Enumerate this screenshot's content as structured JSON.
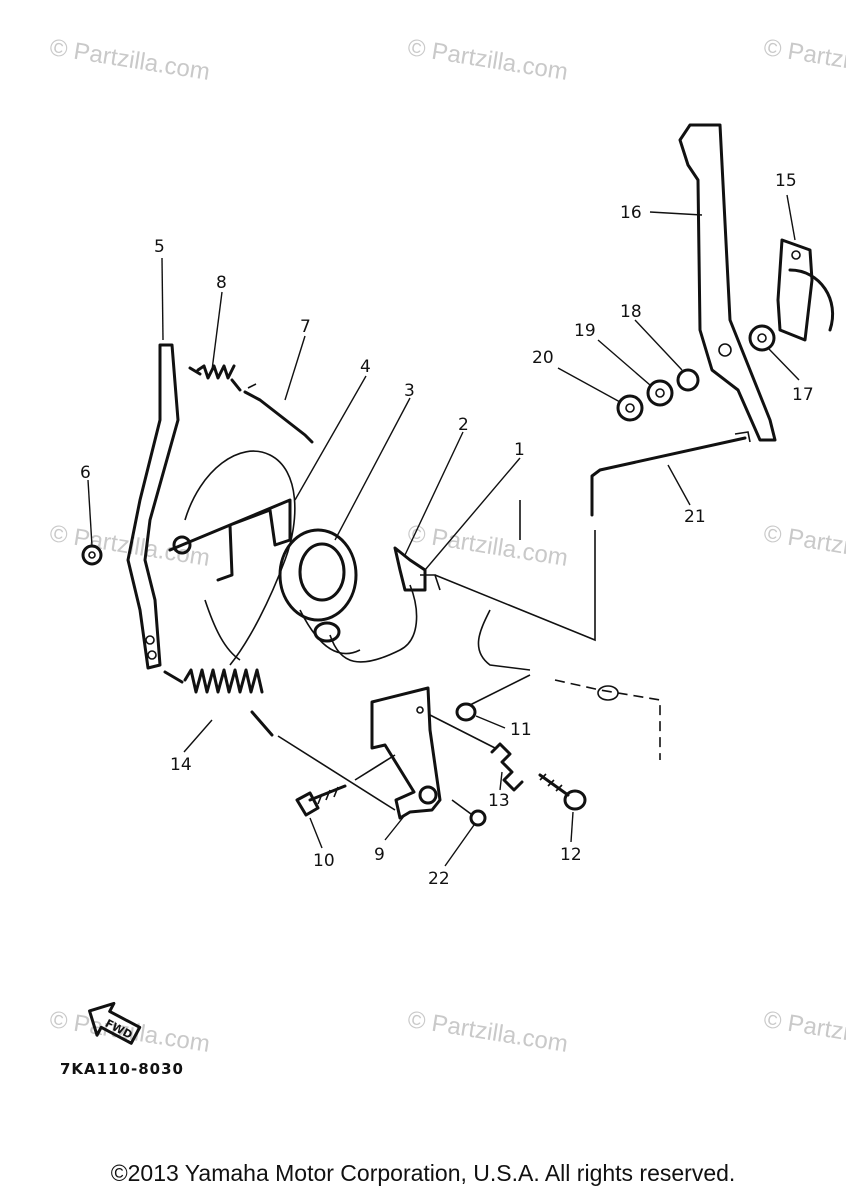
{
  "watermark": "© Partzilla.com",
  "fwd_label": "FWD",
  "diagram_code": "7KA110-8030",
  "copyright": "©2013 Yamaha Motor Corporation, U.S.A. All rights reserved.",
  "callouts": {
    "c1": "1",
    "c2": "2",
    "c3": "3",
    "c4": "4",
    "c5": "5",
    "c6": "6",
    "c7": "7",
    "c8": "8",
    "c9": "9",
    "c10": "10",
    "c11": "11",
    "c12": "12",
    "c13": "13",
    "c14": "14",
    "c15": "15",
    "c16": "16",
    "c17": "17",
    "c18": "18",
    "c19": "19",
    "c20": "20",
    "c21": "21",
    "c22": "22"
  }
}
